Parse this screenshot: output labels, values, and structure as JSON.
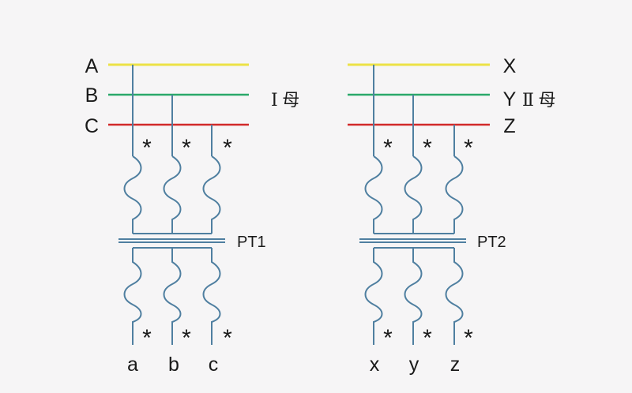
{
  "colors": {
    "background": "#f6f5f6",
    "phase_a": "#ece246",
    "phase_b": "#2aa86a",
    "phase_c": "#d22a2a",
    "winding": "#4f7fa0",
    "core": "#4f7fa0",
    "text": "#1a1a1a"
  },
  "left": {
    "bus_labels": [
      "A",
      "B",
      "C"
    ],
    "bus_name": "Ⅰ 母",
    "transformer": "PT1",
    "terminals": [
      "a",
      "b",
      "c"
    ],
    "mark": "*"
  },
  "right": {
    "bus_labels": [
      "X",
      "Y",
      "Z"
    ],
    "bus_name": "Ⅱ 母",
    "transformer": "PT2",
    "terminals": [
      "x",
      "y",
      "z"
    ],
    "mark": "*"
  }
}
